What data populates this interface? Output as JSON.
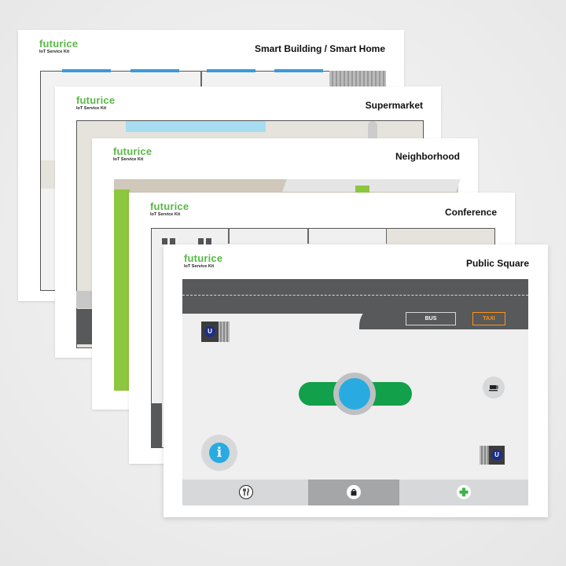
{
  "brand": "futurice",
  "kit": "IoT Service Kit",
  "cards": {
    "smart_building": {
      "title": "Smart Building / Smart Home"
    },
    "supermarket": {
      "title": "Supermarket"
    },
    "neighborhood": {
      "title": "Neighborhood"
    },
    "conference": {
      "title": "Conference"
    },
    "public_square": {
      "title": "Public Square",
      "bus_label": "BUS",
      "taxi_label": "TAXI",
      "u_label": "U",
      "info_label": "i",
      "bottom_icons": [
        "fork-knife-icon",
        "shopping-bag-icon",
        "first-aid-icon"
      ]
    }
  },
  "colors": {
    "brand_green": "#59b947",
    "road": "#58595b",
    "accent_blue": "#29abe2",
    "green_bar": "#12a04a",
    "taxi_orange": "#f7941d",
    "lime": "#8dc63f"
  }
}
